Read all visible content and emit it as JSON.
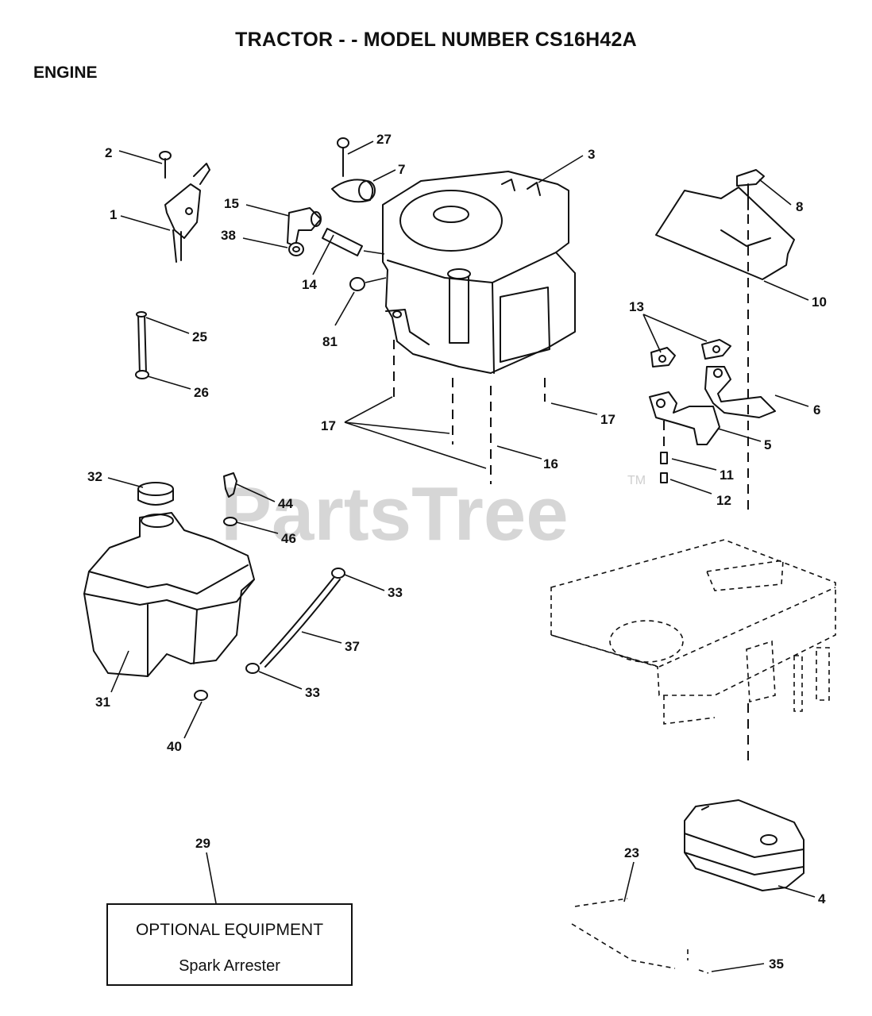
{
  "header": {
    "title": "TRACTOR - - MODEL NUMBER CS16H42A",
    "section": "ENGINE"
  },
  "watermark": {
    "text": "PartsTree",
    "trademark": "TM"
  },
  "optional_box": {
    "title": "OPTIONAL EQUIPMENT",
    "subtitle": "Spark Arrester"
  },
  "callouts": [
    {
      "id": "c2",
      "label": "2"
    },
    {
      "id": "c27",
      "label": "27"
    },
    {
      "id": "c7",
      "label": "7"
    },
    {
      "id": "c3",
      "label": "3"
    },
    {
      "id": "c1",
      "label": "1"
    },
    {
      "id": "c15",
      "label": "15"
    },
    {
      "id": "c38",
      "label": "38"
    },
    {
      "id": "c14",
      "label": "14"
    },
    {
      "id": "c8",
      "label": "8"
    },
    {
      "id": "c10",
      "label": "10"
    },
    {
      "id": "c81",
      "label": "81"
    },
    {
      "id": "c25",
      "label": "25"
    },
    {
      "id": "c26",
      "label": "26"
    },
    {
      "id": "c13",
      "label": "13"
    },
    {
      "id": "c17a",
      "label": "17"
    },
    {
      "id": "c17b",
      "label": "17"
    },
    {
      "id": "c16",
      "label": "16"
    },
    {
      "id": "c6",
      "label": "6"
    },
    {
      "id": "c5",
      "label": "5"
    },
    {
      "id": "c11",
      "label": "11"
    },
    {
      "id": "c12",
      "label": "12"
    },
    {
      "id": "c32",
      "label": "32"
    },
    {
      "id": "c44",
      "label": "44"
    },
    {
      "id": "c46",
      "label": "46"
    },
    {
      "id": "c33a",
      "label": "33"
    },
    {
      "id": "c37",
      "label": "37"
    },
    {
      "id": "c33b",
      "label": "33"
    },
    {
      "id": "c31",
      "label": "31"
    },
    {
      "id": "c40",
      "label": "40"
    },
    {
      "id": "c29",
      "label": "29"
    },
    {
      "id": "c23",
      "label": "23"
    },
    {
      "id": "c4",
      "label": "4"
    },
    {
      "id": "c35",
      "label": "35"
    }
  ]
}
